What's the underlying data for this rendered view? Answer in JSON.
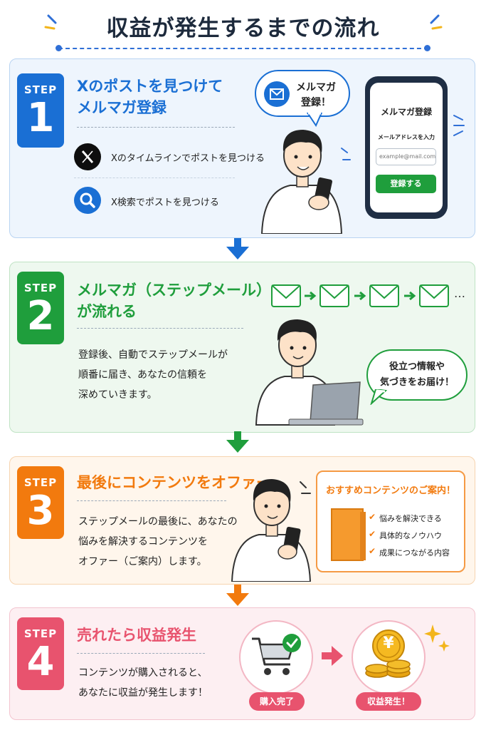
{
  "title": "収益が発生するまでの流れ",
  "colors": {
    "step1": "#1a6fd4",
    "step2": "#1f9e3c",
    "step3": "#f27a0e",
    "step4": "#e8536e"
  },
  "steps": [
    {
      "badge_label": "STEP",
      "number": "1",
      "heading_line1": "Xのポストを見つけて",
      "heading_line2": "メルマガ登録",
      "items": [
        {
          "icon": "x-logo-icon",
          "text": "Xのタイムラインでポストを見つける"
        },
        {
          "icon": "search-icon",
          "text": "X検索でポストを見つける"
        }
      ],
      "bubble_line1": "メルマガ",
      "bubble_line2": "登録！",
      "phone": {
        "title": "メルマガ登録",
        "label": "メールアドレスを入力",
        "placeholder": "example@mail.com",
        "button": "登録する"
      }
    },
    {
      "badge_label": "STEP",
      "number": "2",
      "heading_line1": "メルマガ（ステップメール）",
      "heading_line2": "が流れる",
      "body": "登録後、自動でステップメールが\n順番に届き、あなたの信頼を\n深めていきます。",
      "ellipsis": "…",
      "bubble_line1": "役立つ情報や",
      "bubble_line2": "気づきをお届け！"
    },
    {
      "badge_label": "STEP",
      "number": "3",
      "heading_line1": "最後にコンテンツをオファー",
      "body": "ステップメールの最後に、あなたの\n悩みを解決するコンテンツを\nオファー（ご案内）します。",
      "offer_title": "おすすめコンテンツのご案内！",
      "offer_items": [
        "悩みを解決できる",
        "具体的なノウハウ",
        "成果につながる内容"
      ],
      "check_mark": "✔"
    },
    {
      "badge_label": "STEP",
      "number": "4",
      "heading_line1": "売れたら収益発生",
      "body": "コンテンツが購入されると、\nあなたに収益が発生します！",
      "purchase_label": "購入完了",
      "revenue_label": "収益発生！",
      "yen": "¥"
    }
  ]
}
